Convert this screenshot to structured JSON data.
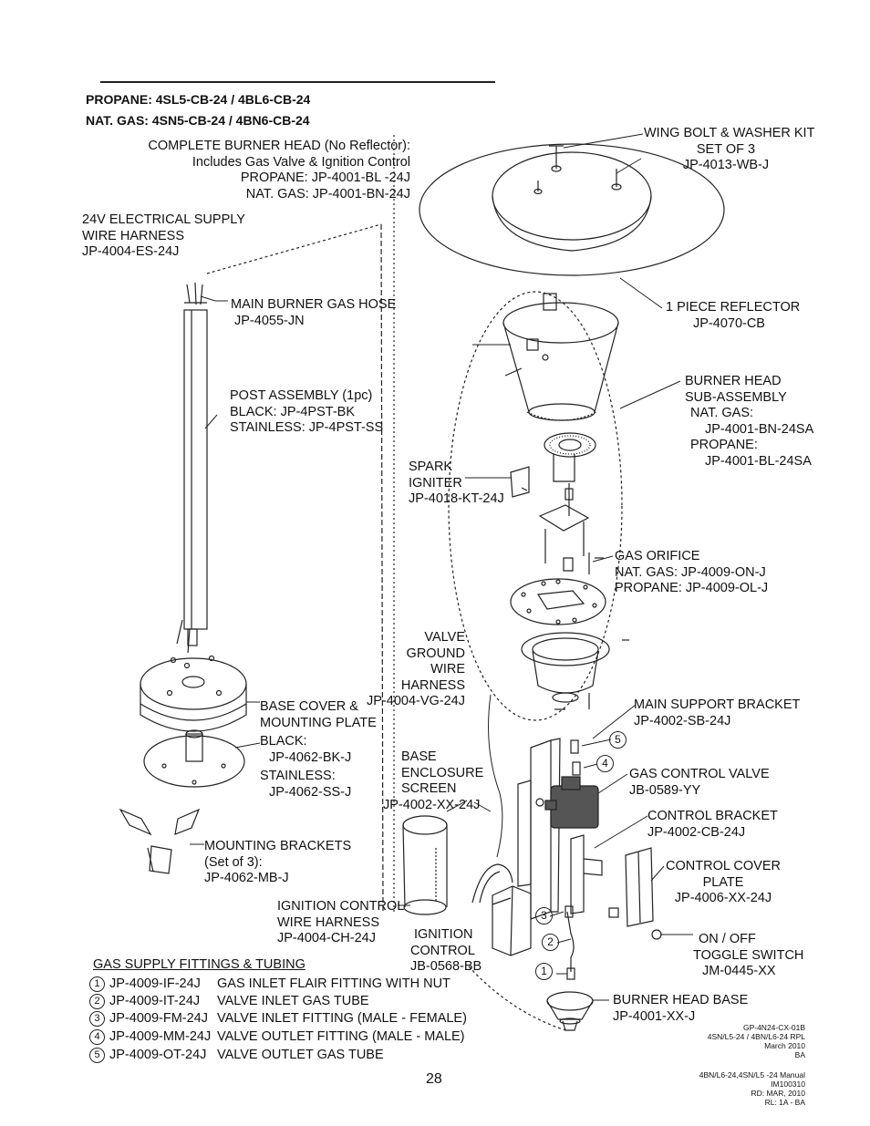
{
  "header": {
    "propane": "PROPANE: 4SL5-CB-24 / 4BL6-CB-24",
    "natgas": "NAT. GAS: 4SN5-CB-24 / 4BN6-CB-24"
  },
  "labels": {
    "burner_head_complete": [
      "COMPLETE BURNER HEAD (No Reflector):",
      "Includes Gas Valve & Ignition Control",
      "PROPANE: JP-4001-BL -24J",
      "NAT. GAS: JP-4001-BN-24J"
    ],
    "wing_bolt": [
      "WING BOLT & WASHER KIT",
      "SET OF 3",
      "JP-4013-WB-J"
    ],
    "electrical_supply": [
      "24V ELECTRICAL SUPPLY",
      "WIRE HARNESS",
      "JP-4004-ES-24J"
    ],
    "gas_hose": [
      "MAIN BURNER GAS HOSE",
      "JP-4055-JN"
    ],
    "reflector": [
      "1 PIECE REFLECTOR",
      "JP-4070-CB"
    ],
    "post_assembly": [
      "POST ASSEMBLY (1pc)",
      "BLACK: JP-4PST-BK",
      "STAINLESS: JP-4PST-SS"
    ],
    "burner_sub": [
      "BURNER HEAD",
      "SUB-ASSEMBLY",
      "NAT. GAS:",
      "JP-4001-BN-24SA",
      "PROPANE:",
      "JP-4001-BL-24SA"
    ],
    "spark_igniter": [
      "SPARK",
      "IGNITER",
      "JP-4018-KT-24J"
    ],
    "gas_orifice": [
      "GAS ORIFICE",
      "NAT. GAS: JP-4009-ON-J",
      "PROPANE: JP-4009-OL-J"
    ],
    "valve_ground": [
      "VALVE",
      "GROUND",
      "WIRE",
      "HARNESS",
      "JP-4004-VG-24J"
    ],
    "main_support": [
      "MAIN SUPPORT BRACKET",
      "JP-4002-SB-24J"
    ],
    "base_cover": [
      "BASE COVER &",
      "MOUNTING PLATE",
      "BLACK:",
      "JP-4062-BK-J",
      "STAINLESS:",
      "JP-4062-SS-J"
    ],
    "base_enclosure": [
      "BASE",
      "ENCLOSURE",
      "SCREEN",
      "JP-4002-XX-24J"
    ],
    "gas_control_valve": [
      "GAS CONTROL VALVE",
      "JB-0589-YY"
    ],
    "control_bracket": [
      "CONTROL BRACKET",
      "JP-4002-CB-24J"
    ],
    "mounting_brackets": [
      "MOUNTING BRACKETS",
      "(Set of 3):",
      "JP-4062-MB-J"
    ],
    "control_cover": [
      "CONTROL COVER",
      "PLATE",
      "JP-4006-XX-24J"
    ],
    "ignition_harness": [
      "IGNITION CONTROL",
      "WIRE HARNESS",
      "JP-4004-CH-24J"
    ],
    "ignition_control": [
      "IGNITION",
      "CONTROL",
      "JB-0568-BB"
    ],
    "toggle_switch": [
      "ON / OFF",
      "TOGGLE SWITCH",
      "JM-0445-XX"
    ],
    "burner_base": [
      "BURNER HEAD BASE",
      "JP-4001-XX-J"
    ]
  },
  "fittings": {
    "title": "GAS SUPPLY FITTINGS & TUBING",
    "items": [
      {
        "num": "1",
        "code": "JP-4009-IF-24J",
        "desc": "GAS INLET FLAIR FITTING WITH NUT"
      },
      {
        "num": "2",
        "code": "JP-4009-IT-24J",
        "desc": "VALVE INLET GAS TUBE"
      },
      {
        "num": "3",
        "code": "JP-4009-FM-24J",
        "desc": "VALVE INLET FITTING (MALE - FEMALE)"
      },
      {
        "num": "4",
        "code": "JP-4009-MM-24J",
        "desc": "VALVE OUTLET FITTING (MALE - MALE)"
      },
      {
        "num": "5",
        "code": "JP-4009-OT-24J",
        "desc": "VALVE OUTLET GAS TUBE"
      }
    ]
  },
  "callout_numbers": [
    "5",
    "4",
    "3",
    "2",
    "1"
  ],
  "drawing_ref": [
    "GP-4N24-CX-01B",
    "4SN/L5-24 / 4BN/L6-24 RPL",
    "March 2010",
    "BA"
  ],
  "page_number": "28",
  "manual_ref": [
    "4BN/L6-24,4SN/L5 -24  Manual",
    "IM100310",
    "RD: MAR, 2010",
    "RL: 1A - BA"
  ]
}
